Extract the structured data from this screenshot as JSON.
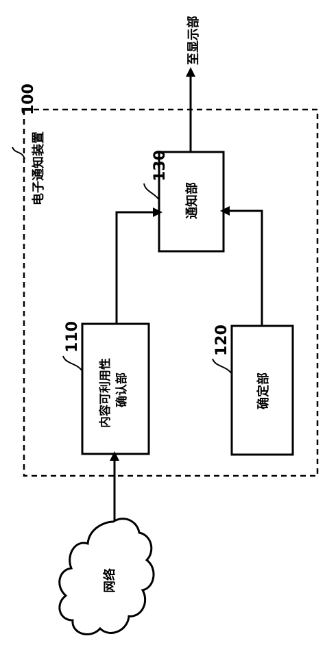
{
  "device": {
    "ref": "100",
    "label": "电子通知装置"
  },
  "output": {
    "label": "至显示部"
  },
  "blocks": {
    "notification": {
      "ref": "130",
      "label": "通知部"
    },
    "availability": {
      "ref": "110",
      "line1": "内容可利用性",
      "line2": "确认部"
    },
    "determination": {
      "ref": "120",
      "label": "确定部"
    }
  },
  "network": {
    "label": "网络"
  }
}
